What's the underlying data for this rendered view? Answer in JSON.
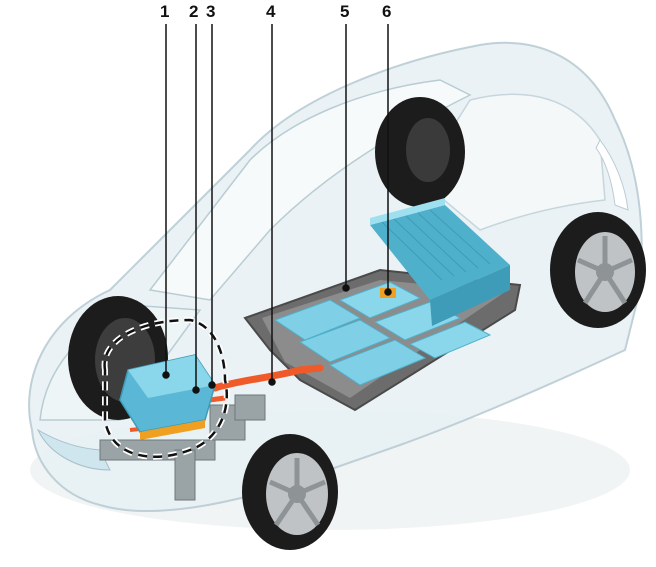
{
  "callouts": [
    {
      "number": "1"
    },
    {
      "number": "2"
    },
    {
      "number": "3"
    },
    {
      "number": "4"
    },
    {
      "number": "5"
    },
    {
      "number": "6"
    }
  ],
  "colors": {
    "body_fill": "#e8f1f4",
    "body_stroke": "#b9ccd4",
    "battery": "#7fd0e6",
    "battery_dark": "#4fb0cc",
    "motor": "#5ab8d6",
    "cable": "#f05a28",
    "tire": "#1c1c1c",
    "rim": "#bfc3c5",
    "tray": "#6c6c6c",
    "leader": "#111111",
    "module_6": "#f0a020"
  }
}
